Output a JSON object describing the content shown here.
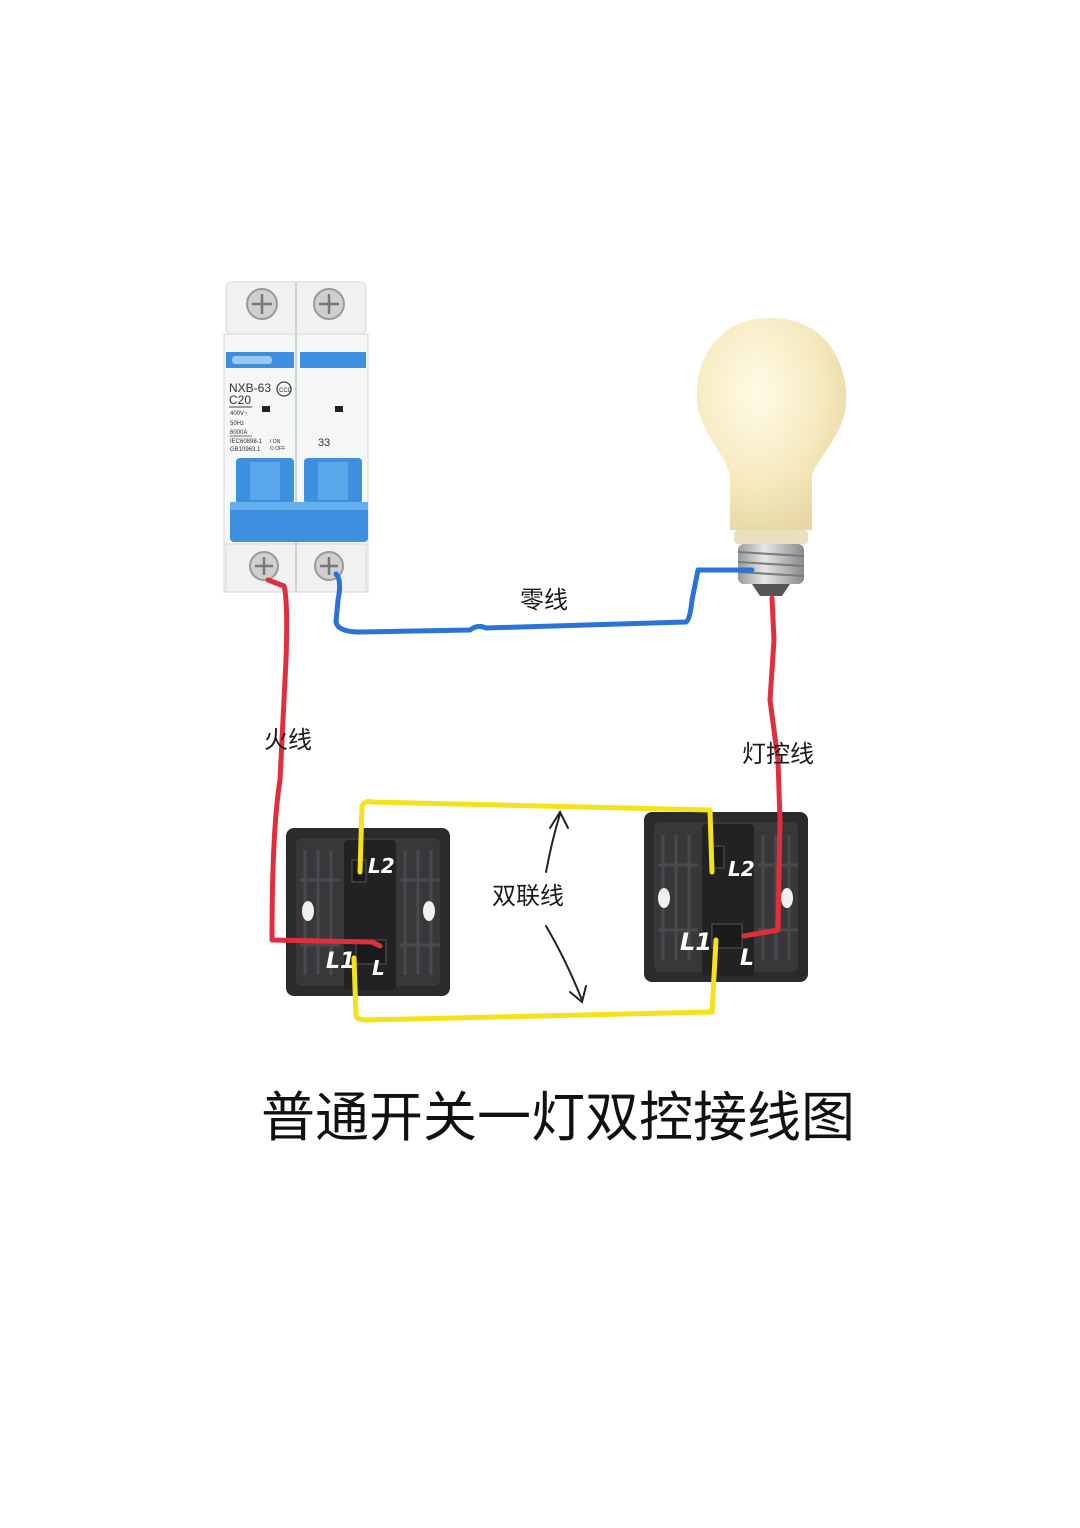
{
  "breaker": {
    "model": "NXB-63",
    "rating": "C20",
    "spec_lines": [
      "400V~",
      "50Hz",
      "6000A",
      "IEC60898-1",
      "GB10963.1"
    ],
    "on_off": [
      "I ON",
      "O OFF"
    ],
    "pole_mark": "33"
  },
  "labels": {
    "neutral": "零线",
    "live": "火线",
    "lamp_control": "灯控线",
    "traveler": "双联线"
  },
  "switches": {
    "left": {
      "l2": "L2",
      "l1": "L1",
      "l": "L"
    },
    "right": {
      "l2": "L2",
      "l1": "L1",
      "l": "L"
    }
  },
  "title": "普通开关一灯双控接线图",
  "colors": {
    "live_wire": "#e02e3c",
    "neutral_wire": "#2a73d8",
    "traveler_wire": "#f5e21a",
    "breaker_blue": "#3d8fe0",
    "switch_body": "#2b2b2d",
    "bulb": "#f7ecc4"
  }
}
